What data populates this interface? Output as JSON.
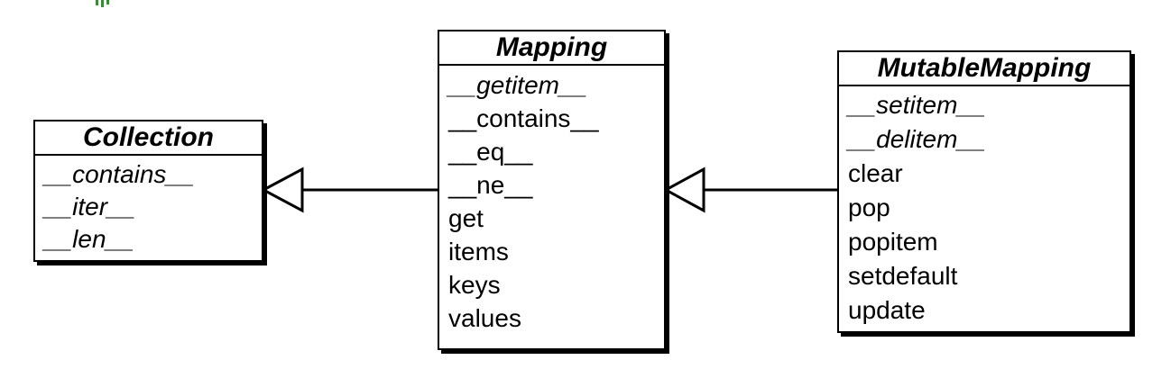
{
  "diagram": {
    "classes": [
      {
        "name": "Collection",
        "methods": [
          {
            "label": "__contains__",
            "abstract": true
          },
          {
            "label": "__iter__",
            "abstract": true
          },
          {
            "label": "__len__",
            "abstract": true
          }
        ]
      },
      {
        "name": "Mapping",
        "methods": [
          {
            "label": "__getitem__",
            "abstract": true
          },
          {
            "label": "__contains__",
            "abstract": false
          },
          {
            "label": "__eq__",
            "abstract": false
          },
          {
            "label": "__ne__",
            "abstract": false
          },
          {
            "label": "get",
            "abstract": false
          },
          {
            "label": "items",
            "abstract": false
          },
          {
            "label": "keys",
            "abstract": false
          },
          {
            "label": "values",
            "abstract": false
          }
        ]
      },
      {
        "name": "MutableMapping",
        "methods": [
          {
            "label": "__setitem__",
            "abstract": true
          },
          {
            "label": "__delitem__",
            "abstract": true
          },
          {
            "label": "clear",
            "abstract": false
          },
          {
            "label": "pop",
            "abstract": false
          },
          {
            "label": "popitem",
            "abstract": false
          },
          {
            "label": "setdefault",
            "abstract": false
          },
          {
            "label": "update",
            "abstract": false
          }
        ]
      }
    ],
    "relations": [
      {
        "from": "Mapping",
        "to": "Collection",
        "kind": "inheritance"
      },
      {
        "from": "MutableMapping",
        "to": "Mapping",
        "kind": "inheritance"
      }
    ]
  }
}
